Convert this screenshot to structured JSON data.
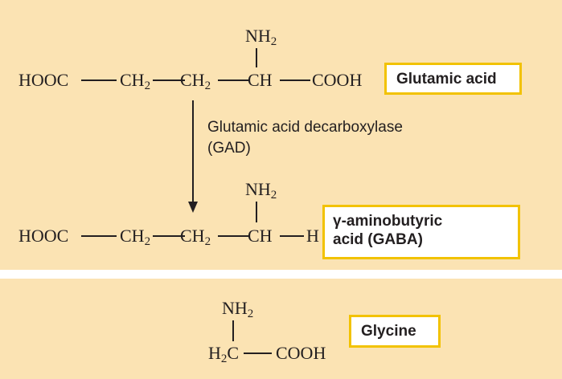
{
  "colors": {
    "panel": "#fbe3b3",
    "label_border": "#f2c200",
    "ink": "#231f20"
  },
  "glutamate": {
    "groups": [
      "HOOC",
      "CH",
      "CH",
      "CH",
      "COOH"
    ],
    "subscript": "2",
    "amine": "NH",
    "label": "Glutamic acid"
  },
  "enzyme": {
    "line1": "Glutamic acid decarboxylase",
    "line2": "(GAD)"
  },
  "gaba": {
    "groups": [
      "HOOC",
      "CH",
      "CH",
      "CH",
      "H"
    ],
    "subscript": "2",
    "amine": "NH",
    "label_line1": "γ-aminobutyric",
    "label_line2": "acid (GABA)"
  },
  "glycine": {
    "amine": "NH",
    "subscript": "2",
    "carbon_h": "H",
    "carbon_c": "C",
    "acid": "COOH",
    "label": "Glycine"
  }
}
